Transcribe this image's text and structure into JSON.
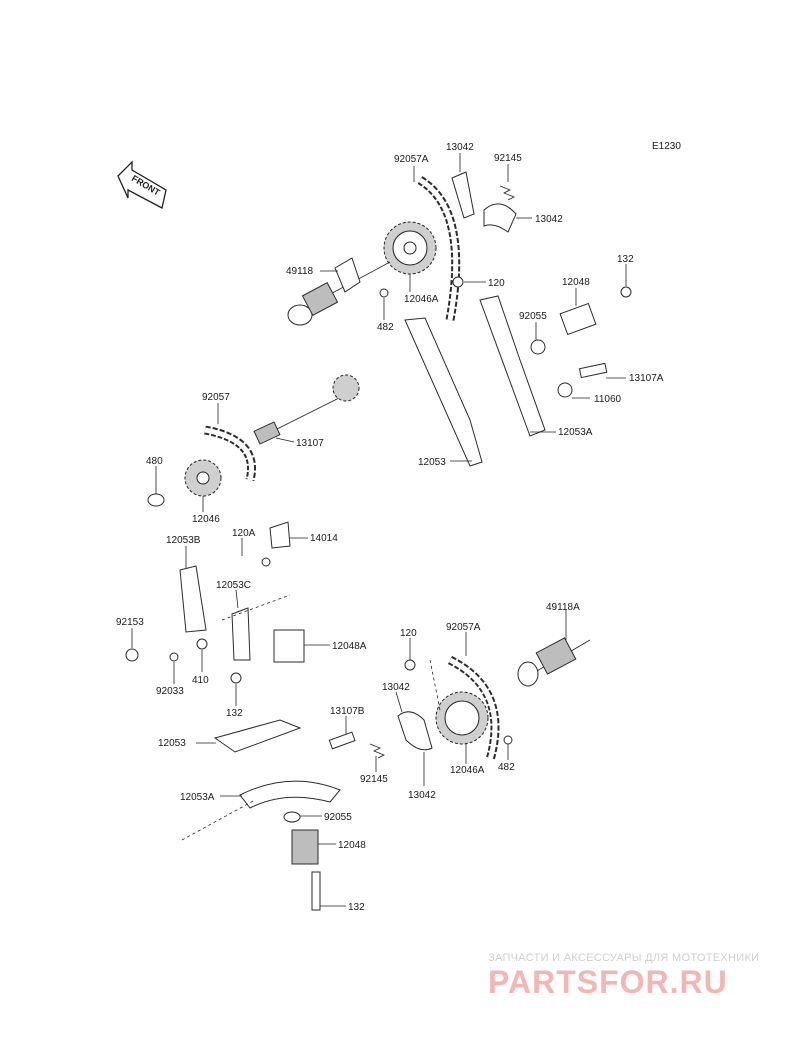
{
  "diagram_code": "E1230",
  "front_label": "FRONT",
  "labels": {
    "p_92057A_top": "92057A",
    "p_13042_top": "13042",
    "p_92145_top": "92145",
    "p_13042_right": "13042",
    "p_49118": "49118",
    "p_120_top": "120",
    "p_12046A_top": "12046A",
    "p_482_top": "482",
    "p_132_top": "132",
    "p_12048_top": "12048",
    "p_92055_top": "92055",
    "p_13107A": "13107A",
    "p_11060": "11060",
    "p_12053A_top": "12053A",
    "p_12053_top": "12053",
    "p_92057": "92057",
    "p_13107": "13107",
    "p_480": "480",
    "p_12046": "12046",
    "p_120A": "120A",
    "p_14014": "14014",
    "p_12053B": "12053B",
    "p_12053C": "12053C",
    "p_92153": "92153",
    "p_92033": "92033",
    "p_410": "410",
    "p_132_mid": "132",
    "p_12048A": "12048A",
    "p_120_mid": "120",
    "p_92057A_bot": "92057A",
    "p_49118A": "49118A",
    "p_13042_mid": "13042",
    "p_13107B": "13107B",
    "p_12053_bot": "12053",
    "p_92145_bot": "92145",
    "p_12046A_bot": "12046A",
    "p_482_bot": "482",
    "p_13042_bot": "13042",
    "p_12053A_bot": "12053A",
    "p_92055_bot": "92055",
    "p_12048_bot": "12048",
    "p_132_bot": "132"
  },
  "watermark": {
    "tagline": "ЗАПЧАСТИ И АКСЕССУАРЫ ДЛЯ МОТОТЕХНИКИ",
    "logo": "PARTSFOR.RU"
  }
}
